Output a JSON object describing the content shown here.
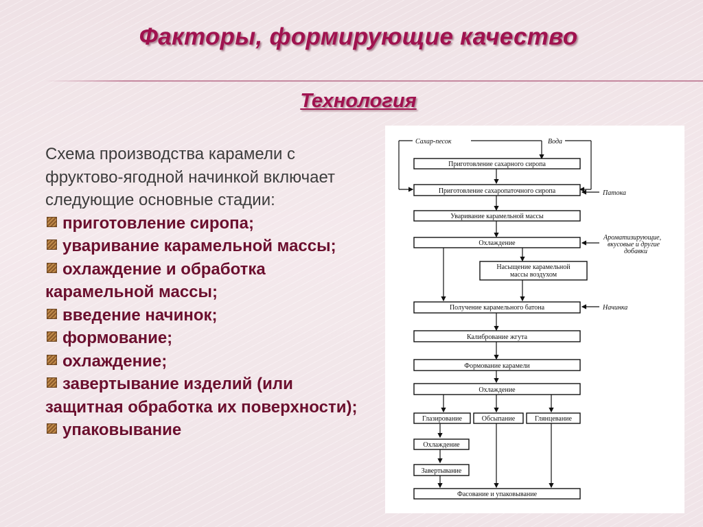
{
  "title": "Факторы, формирующие качество",
  "subtitle": "Технология",
  "intro": "Схема производства карамели с фруктово-ягодной начинкой включает следующие основные стадии:",
  "stages": [
    "приготовление сиропа;",
    "уваривание карамельной массы;",
    "охлаждение и обработка карамельной массы;",
    "введение начинок;",
    "формование;",
    "охлаждение;",
    "завертывание изделий (или защитная обработка их поверхности);",
    "упаковывание"
  ],
  "diagram": {
    "inputs": {
      "sugar": "Сахар-песок",
      "water": "Вода",
      "syrup": "Патока",
      "additives": [
        "Ароматизирующие,",
        "вкусовые и другие",
        "добавки"
      ],
      "filling": "Начинка"
    },
    "boxes": {
      "b1": "Приготовление сахарного сиропа",
      "b2": "Приготовление сахаропаточного сиропа",
      "b3": "Уваривание карамельной массы",
      "b4": "Охлаждение",
      "b5a": "Насыщение карамельной",
      "b5b": "массы воздухом",
      "b6": "Получение карамельного батона",
      "b7": "Калибрование жгута",
      "b8": "Формование карамели",
      "b9": "Охлаждение",
      "b10a": "Глазирование",
      "b10b": "Обсыпание",
      "b10c": "Глянцевание",
      "b11": "Охлаждение",
      "b12": "Завертывание",
      "b13": "Фасование и упаковывание"
    }
  },
  "colors": {
    "title": "#a0124f",
    "bullet_text": "#6b0f2e",
    "body_text": "#3c3c3c"
  }
}
